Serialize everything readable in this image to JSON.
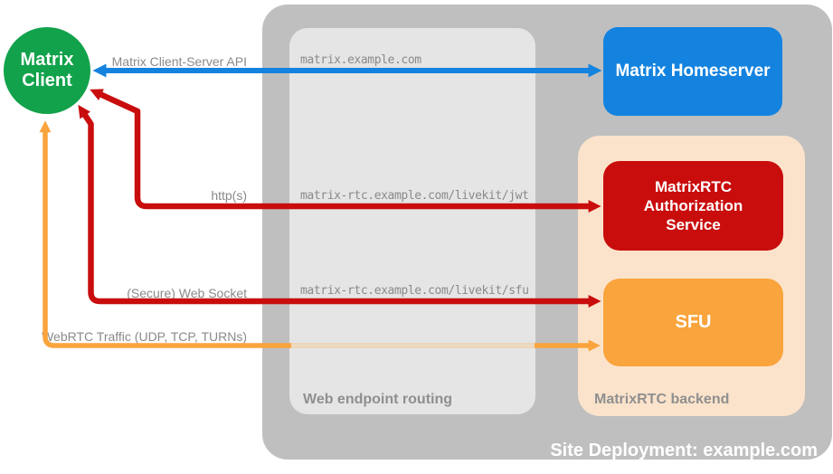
{
  "colors": {
    "green": "#12A24B",
    "blue": "#1483E0",
    "red": "#C90D0D",
    "orange": "#F9A43C",
    "orange_faded": "#EDD9BE",
    "peach": "#FBE3CB",
    "container_gray": "#BFBFBF",
    "routing_gray": "#E5E5E5",
    "label_gray": "#8A8A8A"
  },
  "nodes": {
    "matrix_client": "Matrix\nClient",
    "matrix_homeserver": "Matrix Homeserver",
    "auth_service": "MatrixRTC\nAuthorization\nService",
    "sfu": "SFU"
  },
  "containers": {
    "site_deployment": "Site Deployment: example.com",
    "web_endpoint_routing": "Web endpoint routing",
    "matrixrtc_backend": "MatrixRTC backend"
  },
  "arrow_labels": {
    "client_server_api": "Matrix Client-Server API",
    "https": "http(s)",
    "web_socket": "(Secure) Web Socket",
    "webrtc_traffic": "WebRTC Traffic (UDP, TCP, TURNs)"
  },
  "endpoints": {
    "homeserver": "matrix.example.com",
    "jwt": "matrix-rtc.example.com/livekit/jwt",
    "sfu": "matrix-rtc.example.com/livekit/sfu"
  }
}
